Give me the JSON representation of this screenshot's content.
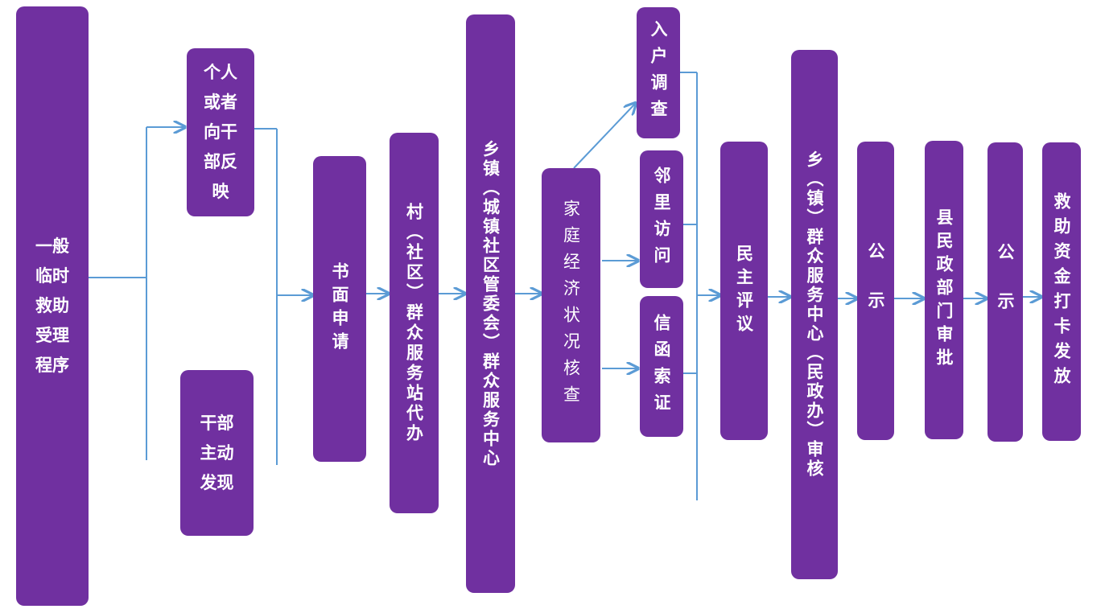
{
  "accent_color": "#7030a0",
  "arrow_color": "#5b9bd5",
  "nodes": {
    "start": "一般临时救助受理程序",
    "personal_report": "个人或者向干部反映",
    "cadre_discover": "干部主动发现",
    "written_app": "书面申请",
    "village_station": "村（社区）群众服务站代办",
    "town_center": "乡镇（城镇社区管委会）群众服务中心",
    "family_check": "家庭经济状况核查",
    "home_visit": "入户调查",
    "neighbor_visit": "邻里访问",
    "letter_evidence": "信函索证",
    "democratic_review": "民主评议",
    "town_audit": "乡（镇）群众服务中心（民政办）审核",
    "publicity_1": "公示",
    "county_approval": "县民政部门审批",
    "publicity_2": "公示",
    "payout": "救助资金打卡发放"
  }
}
